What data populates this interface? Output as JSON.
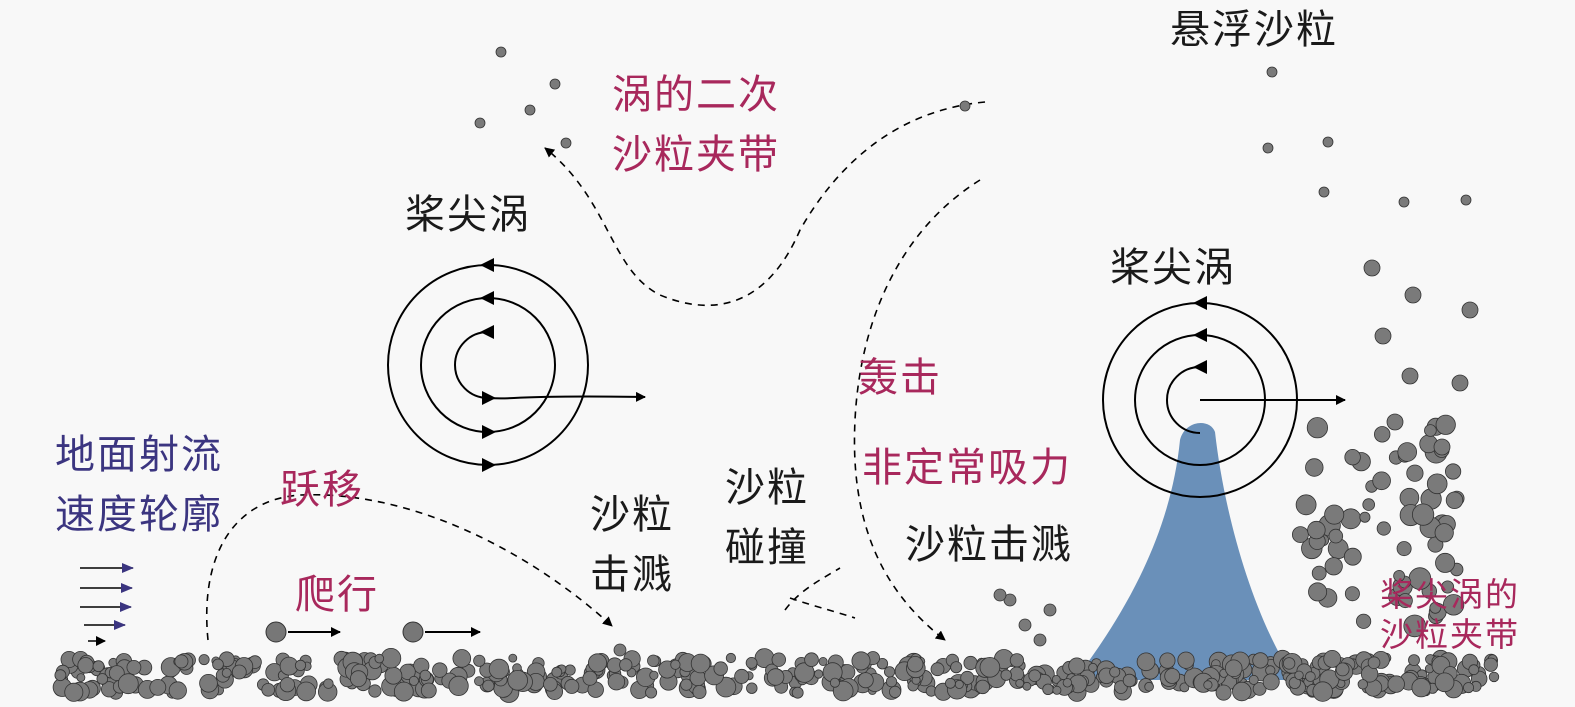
{
  "labels": {
    "suspended": "悬浮沙粒",
    "secondary_1": "涡的二次",
    "secondary_2": "沙粒夹带",
    "tip_vortex_left": "桨尖涡",
    "tip_vortex_right": "桨尖涡",
    "bombard": "轰击",
    "unsteady_suction": "非定常吸力",
    "splash_right": "沙粒击溅",
    "collision_1": "沙粒",
    "collision_2": "碰撞",
    "splash_1": "沙粒",
    "splash_2": "击溅",
    "saltation": "跃移",
    "creep": "爬行",
    "jet_1": "地面射流",
    "jet_2": "速度轮廓",
    "tip_entrain_1": "桨尖涡的",
    "tip_entrain_2": "沙粒夹带"
  },
  "colors": {
    "background": "#f8f8f8",
    "highlight_text": "#a8285c",
    "jet_text": "#3b3580",
    "particle": "#7a7a7a",
    "plume": "#5d87b3"
  }
}
